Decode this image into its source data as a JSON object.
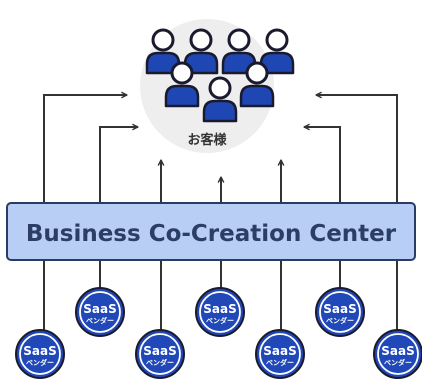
{
  "colors": {
    "line": "#333333",
    "people_fill": "#1f47b3",
    "people_stroke": "#1a1a2e",
    "band_fill": "#b8cef5",
    "band_stroke": "#2b3a66",
    "vendor_fill": "#2148b8",
    "customer_circle": "#eeeeef"
  },
  "customers": {
    "label": "お客様",
    "icon": "people-group-icon"
  },
  "band": {
    "label": "Business Co-Creation Center"
  },
  "vendors": [
    {
      "line1": "SaaS",
      "line2": "ベンダー"
    },
    {
      "line1": "SaaS",
      "line2": "ベンダー"
    },
    {
      "line1": "SaaS",
      "line2": "ベンダー"
    },
    {
      "line1": "SaaS",
      "line2": "ベンダー"
    },
    {
      "line1": "SaaS",
      "line2": "ベンダー"
    },
    {
      "line1": "SaaS",
      "line2": "ベンダー"
    },
    {
      "line1": "SaaS",
      "line2": "ベンダー"
    }
  ]
}
